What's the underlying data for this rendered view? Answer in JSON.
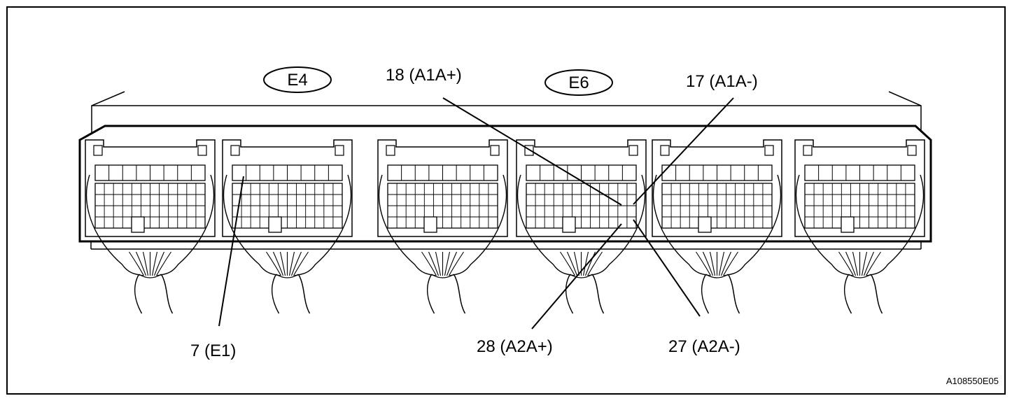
{
  "connector_tags": [
    {
      "id": "E4",
      "text": "E4"
    },
    {
      "id": "E6",
      "text": "E6"
    }
  ],
  "pin_callouts": [
    {
      "id": "pin-18",
      "text": "18 (A1A+)"
    },
    {
      "id": "pin-17",
      "text": "17 (A1A-)"
    },
    {
      "id": "pin-7",
      "text": "7 (E1)"
    },
    {
      "id": "pin-28",
      "text": "28 (A2A+)"
    },
    {
      "id": "pin-27",
      "text": "27 (A2A-)"
    }
  ],
  "figure_code": "A108550E05",
  "colors": {
    "line": "#000000",
    "background": "#ffffff"
  }
}
